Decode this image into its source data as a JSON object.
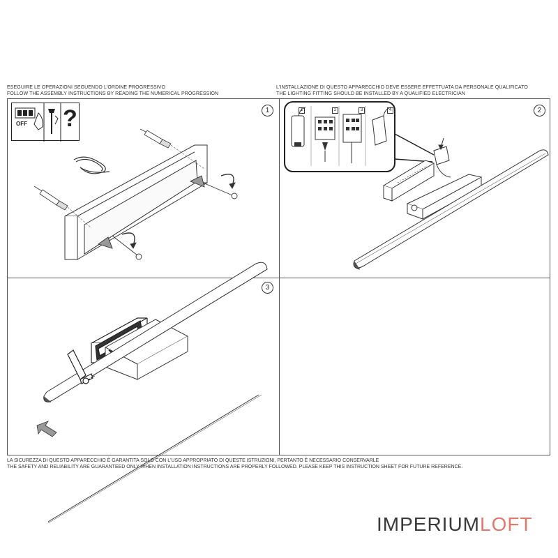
{
  "header": {
    "left_line1": "ESEGUIRE LE OPERAZIONI SEGUENDO L'ORDINE PROGRESSIVO",
    "left_line2": "FOLLOW THE ASSEMBLY INSTRUCTIONS BY READING THE NUMERICAL PROGRESSION",
    "right_line1": "L'INSTALLAZIONE DI QUESTO APPARECCHIO DEVE ESSERE EFFETTUATA DA PERSONALE QUALIFICATO",
    "right_line2": "THE LIGHTING FITTING SHOULD BE INSTALLED BY A QUALIFIED ELECTRICIAN"
  },
  "steps": {
    "step1": "1",
    "step2": "2",
    "step3": "3"
  },
  "warning_box": {
    "off_label": "OFF",
    "question_mark": "?"
  },
  "wiring_steps": [
    "1",
    "2",
    "3",
    "4"
  ],
  "footer": {
    "line1": "LA SICUREZZA DI QUESTO APPARECCHIO È GARANTITA SOLO CON L'USO APPROPRIATO DI QUESTE ISTRUZIONI, PERTANTO È NECESSARIO CONSERVARLE",
    "line2": "THE SAFETY AND RELIABILITY ARE GUARANTEED ONLY WHEN INSTALLATION INSTRUCTIONS ARE PROPERLY FOLLOWED. PLEASE KEEP THIS INSTRUCTION SHEET FOR FUTURE REFERENCE."
  },
  "brand": {
    "part1": "IMPERIUM",
    "part2": "LOFT",
    "color_part1": "#3a3a3a",
    "color_part2": "#e07a6a"
  }
}
